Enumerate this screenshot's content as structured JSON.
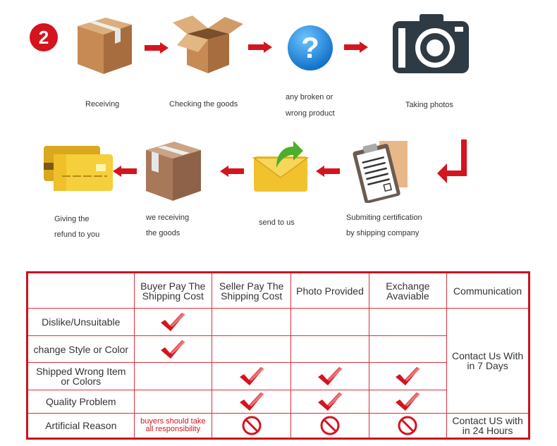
{
  "step_number": "2",
  "colors": {
    "accent_red": "#d4141e",
    "box_brown": "#c9925a",
    "question_blue": "#1e8fe0",
    "camera_dark": "#2f3b44"
  },
  "flow_top": [
    {
      "icon": "closed-box",
      "label": [
        "Receiving"
      ]
    },
    {
      "icon": "open-box",
      "label": [
        "Checking the goods"
      ]
    },
    {
      "icon": "question-mark",
      "label": [
        "any broken or",
        "wrong product"
      ]
    },
    {
      "icon": "camera",
      "label": [
        "Taking photos"
      ]
    }
  ],
  "flow_bottom": [
    {
      "icon": "clipboard",
      "label": [
        "Submiting certification",
        "by shipping company"
      ]
    },
    {
      "icon": "envelope",
      "label": [
        "send to us"
      ]
    },
    {
      "icon": "closed-box",
      "label": [
        "we receiving",
        "the goods"
      ]
    },
    {
      "icon": "credit-cards",
      "label": [
        "Giving the",
        "refund to you"
      ]
    }
  ],
  "table": {
    "headers": [
      "",
      "Buyer Pay The Shipping Cost",
      "Seller Pay The Shipping Cost",
      "Photo Provided",
      "Exchange Avaviable",
      "Communication"
    ],
    "rows": [
      {
        "reason": "Dislike/Unsuitable",
        "buyer_pay": "check",
        "seller_pay": "",
        "photo": "",
        "exchange": ""
      },
      {
        "reason": "change Style or Color",
        "buyer_pay": "check",
        "seller_pay": "",
        "photo": "",
        "exchange": ""
      },
      {
        "reason": "Shipped Wrong Item or Colors",
        "buyer_pay": "",
        "seller_pay": "check",
        "photo": "check",
        "exchange": "check"
      },
      {
        "reason": "Quality Problem",
        "buyer_pay": "",
        "seller_pay": "check",
        "photo": "check",
        "exchange": "check"
      },
      {
        "reason": "Artificial Reason",
        "buyer_pay": "buyers should take all responsibility",
        "seller_pay": "prohibited",
        "photo": "prohibited",
        "exchange": "prohibited"
      }
    ],
    "communication": [
      "Contact Us With in 7 Days",
      "Contact US with in 24 Hours"
    ]
  }
}
